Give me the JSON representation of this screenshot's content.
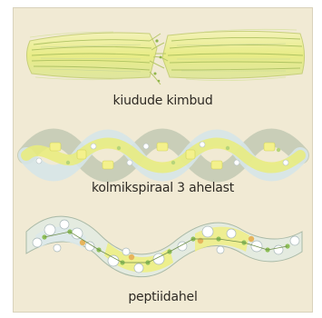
{
  "labels": {
    "top": "kiudude kimbud",
    "middle": "kolmikspiraal 3 ahelast",
    "bottom": "peptiidahel"
  },
  "colors": {
    "background": "#f1ead4",
    "fiber_yellow": "#e9ec7a",
    "fiber_green": "#b9d59a",
    "spiral_gray": "#c9ceb8",
    "pale_blue": "#d6e6e8",
    "bead_green": "#8fc05a",
    "bead_orange": "#e7b45c"
  }
}
